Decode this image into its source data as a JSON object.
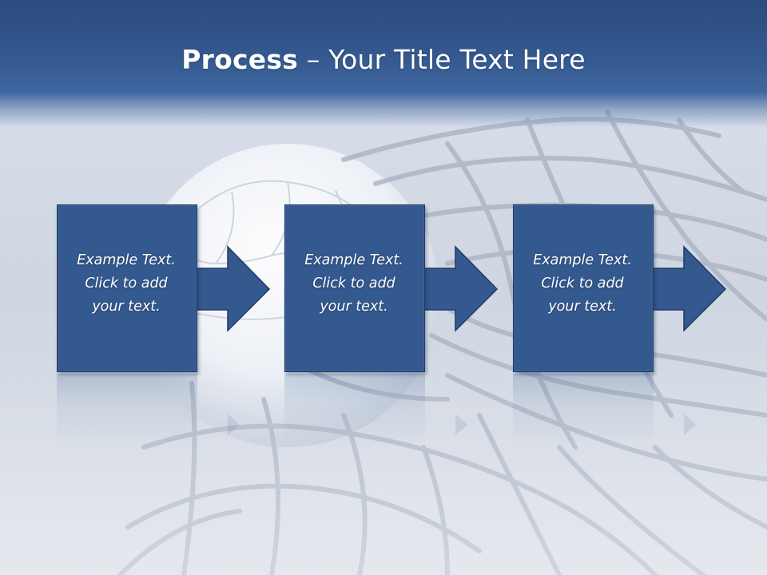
{
  "slide": {
    "title_bold": "Process",
    "title_rest": " – Your Title Text Here",
    "colors": {
      "header": "#2b4b80",
      "box_fill": "#34598f",
      "box_border": "#1f3a66",
      "text": "#ffffff"
    }
  },
  "steps": [
    {
      "text": "Example Text.\nClick  to add\nyour text."
    },
    {
      "text": "Example Text.\nClick  to add\nyour text."
    },
    {
      "text": "Example Text.\nClick  to add\nyour text."
    }
  ],
  "background": {
    "image": "soccer-ball-in-goal-net"
  }
}
